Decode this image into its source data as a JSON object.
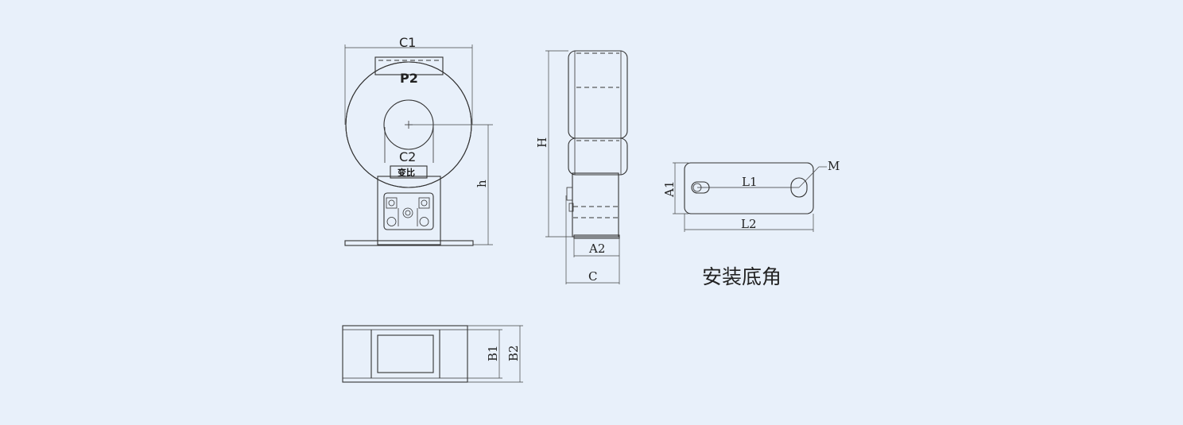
{
  "labels": {
    "c1": "C1",
    "p2": "P2",
    "c2": "C2",
    "ratio": "变比",
    "h_lower": "h",
    "h_upper": "H",
    "a2": "A2",
    "c": "C",
    "a1": "A1",
    "l1": "L1",
    "l2": "L2",
    "m": "M",
    "b1": "B1",
    "b2": "B2"
  },
  "caption": "安装底角"
}
